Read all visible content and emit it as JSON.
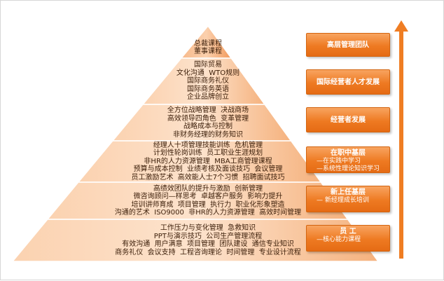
{
  "pyramid": {
    "tiers": [
      {
        "lines": [
          "总裁课程",
          "董事课程"
        ]
      },
      {
        "lines": [
          "国际贸易",
          "文化沟通  WTO规则",
          "国际商务礼仪",
          "国际商务英语",
          "企业品牌创立"
        ]
      },
      {
        "lines": [
          "全方位战略管理  决战商场",
          "高效领导四角色  变革管理",
          "战略成本与控制",
          "非财务经理的财务知识"
        ]
      },
      {
        "lines": [
          "经理人十项管理技能训练  危机管理",
          "计划性轮岗训练  员工职业生涯规划",
          "非HR的人力资源管理  MBA工商管理课程",
          "预算与成本控制  业绩考核及面谈技巧  会议管理",
          "员工激励艺术  高效能人士7个习惯  招聘面试技巧"
        ]
      },
      {
        "lines": [
          "高绩效团队的提升与激励  创新管理",
          "微咨询顾问—样思考  卓越客户服务  影响力提升",
          "培训讲师育成  项目管理  执行力  职业化形象塑造",
          "沟通的艺术  ISO9000  非HR的人力资源管理  高效时间管理"
        ]
      },
      {
        "lines": [
          "工作压力与变化管理  急救知识",
          "PPT与演示技巧  公司生产管理流程",
          "有效沟通  用户满意  项目管理  团队建设  通信专业知识",
          "商务礼仪  会议支持  工程咨询理论  时间管理  专业设计流程"
        ]
      }
    ]
  },
  "ladder": [
    {
      "title": "高层管理团队",
      "subs": []
    },
    {
      "title": "国际经营者人才发展",
      "subs": []
    },
    {
      "title": "经营者发展",
      "subs": []
    },
    {
      "title": "在职中基层",
      "subs": [
        "—在实践中学习",
        "—系统性理论知识学习"
      ]
    },
    {
      "title": "新上任基层",
      "subs": [
        "— 新经理成长培训"
      ]
    },
    {
      "title": "员    工",
      "subs": [
        "—核心能力课程"
      ]
    }
  ],
  "colors": {
    "tier_light": "#fde0c8",
    "tier_dark": "#f4a66c",
    "box": "#ee7a22",
    "arrow": "#ef7d23",
    "text": "#3a1d08"
  }
}
